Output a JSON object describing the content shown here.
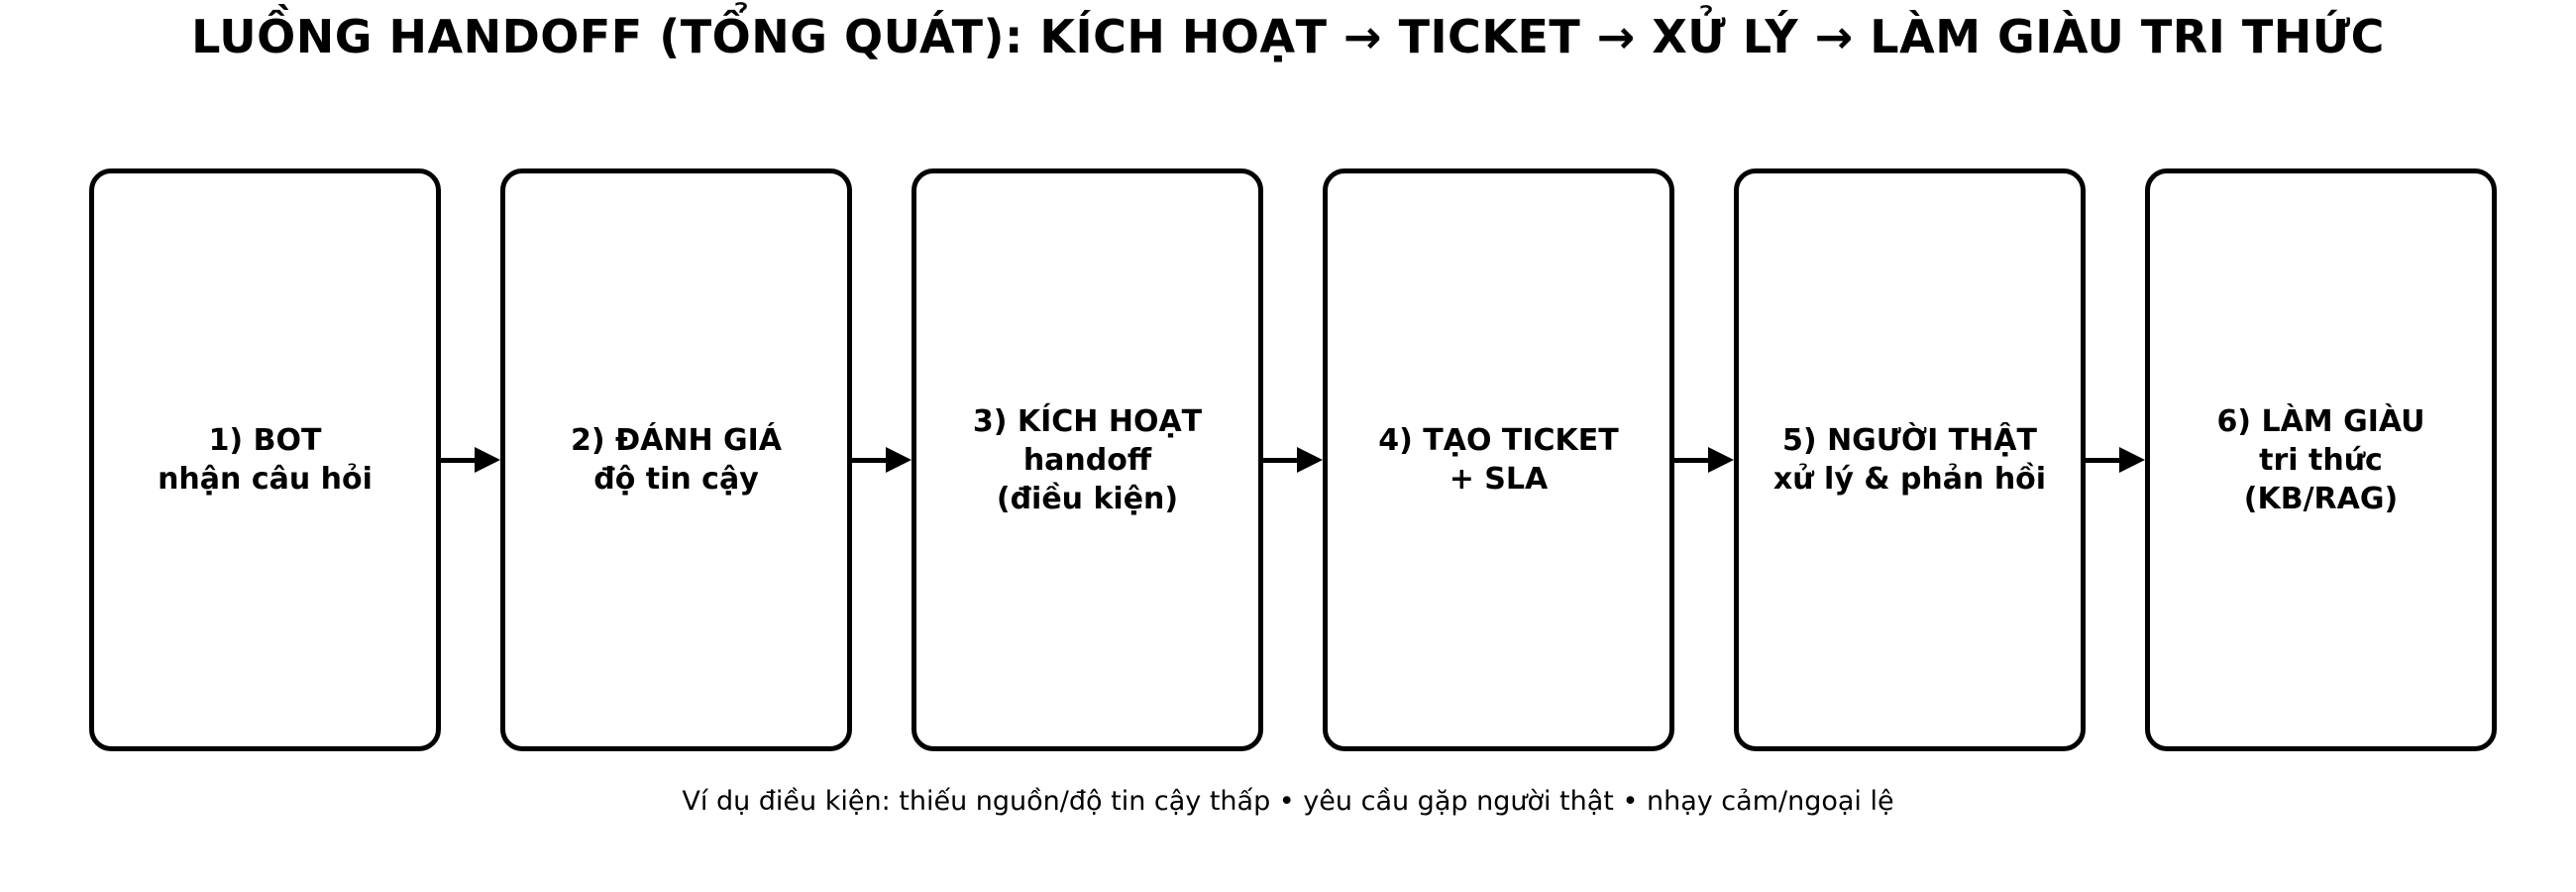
{
  "title": "LUỒNG HANDOFF (TỔNG QUÁT): KÍCH HOẠT → TICKET → XỬ LÝ → LÀM GIÀU TRI THỨC",
  "caption": "Ví dụ điều kiện: thiếu nguồn/độ tin cậy thấp • yêu cầu gặp người thật • nhạy cảm/ngoại lệ",
  "colors": {
    "foreground": "#000000",
    "background": "#ffffff"
  },
  "flow": {
    "direction": "left-to-right",
    "arrow_glyph": "→",
    "nodes": [
      {
        "step": 1,
        "label": "1) BOT\nnhận câu hỏi"
      },
      {
        "step": 2,
        "label": "2) ĐÁNH GIÁ\nđộ tin cậy"
      },
      {
        "step": 3,
        "label": "3) KÍCH HOẠT\nhandoff\n(điều kiện)"
      },
      {
        "step": 4,
        "label": "4) TẠO TICKET\n+ SLA"
      },
      {
        "step": 5,
        "label": "5) NGƯỜI THẬT\nxử lý & phản hồi"
      },
      {
        "step": 6,
        "label": "6) LÀM GIÀU\ntri thức\n(KB/RAG)"
      }
    ]
  }
}
